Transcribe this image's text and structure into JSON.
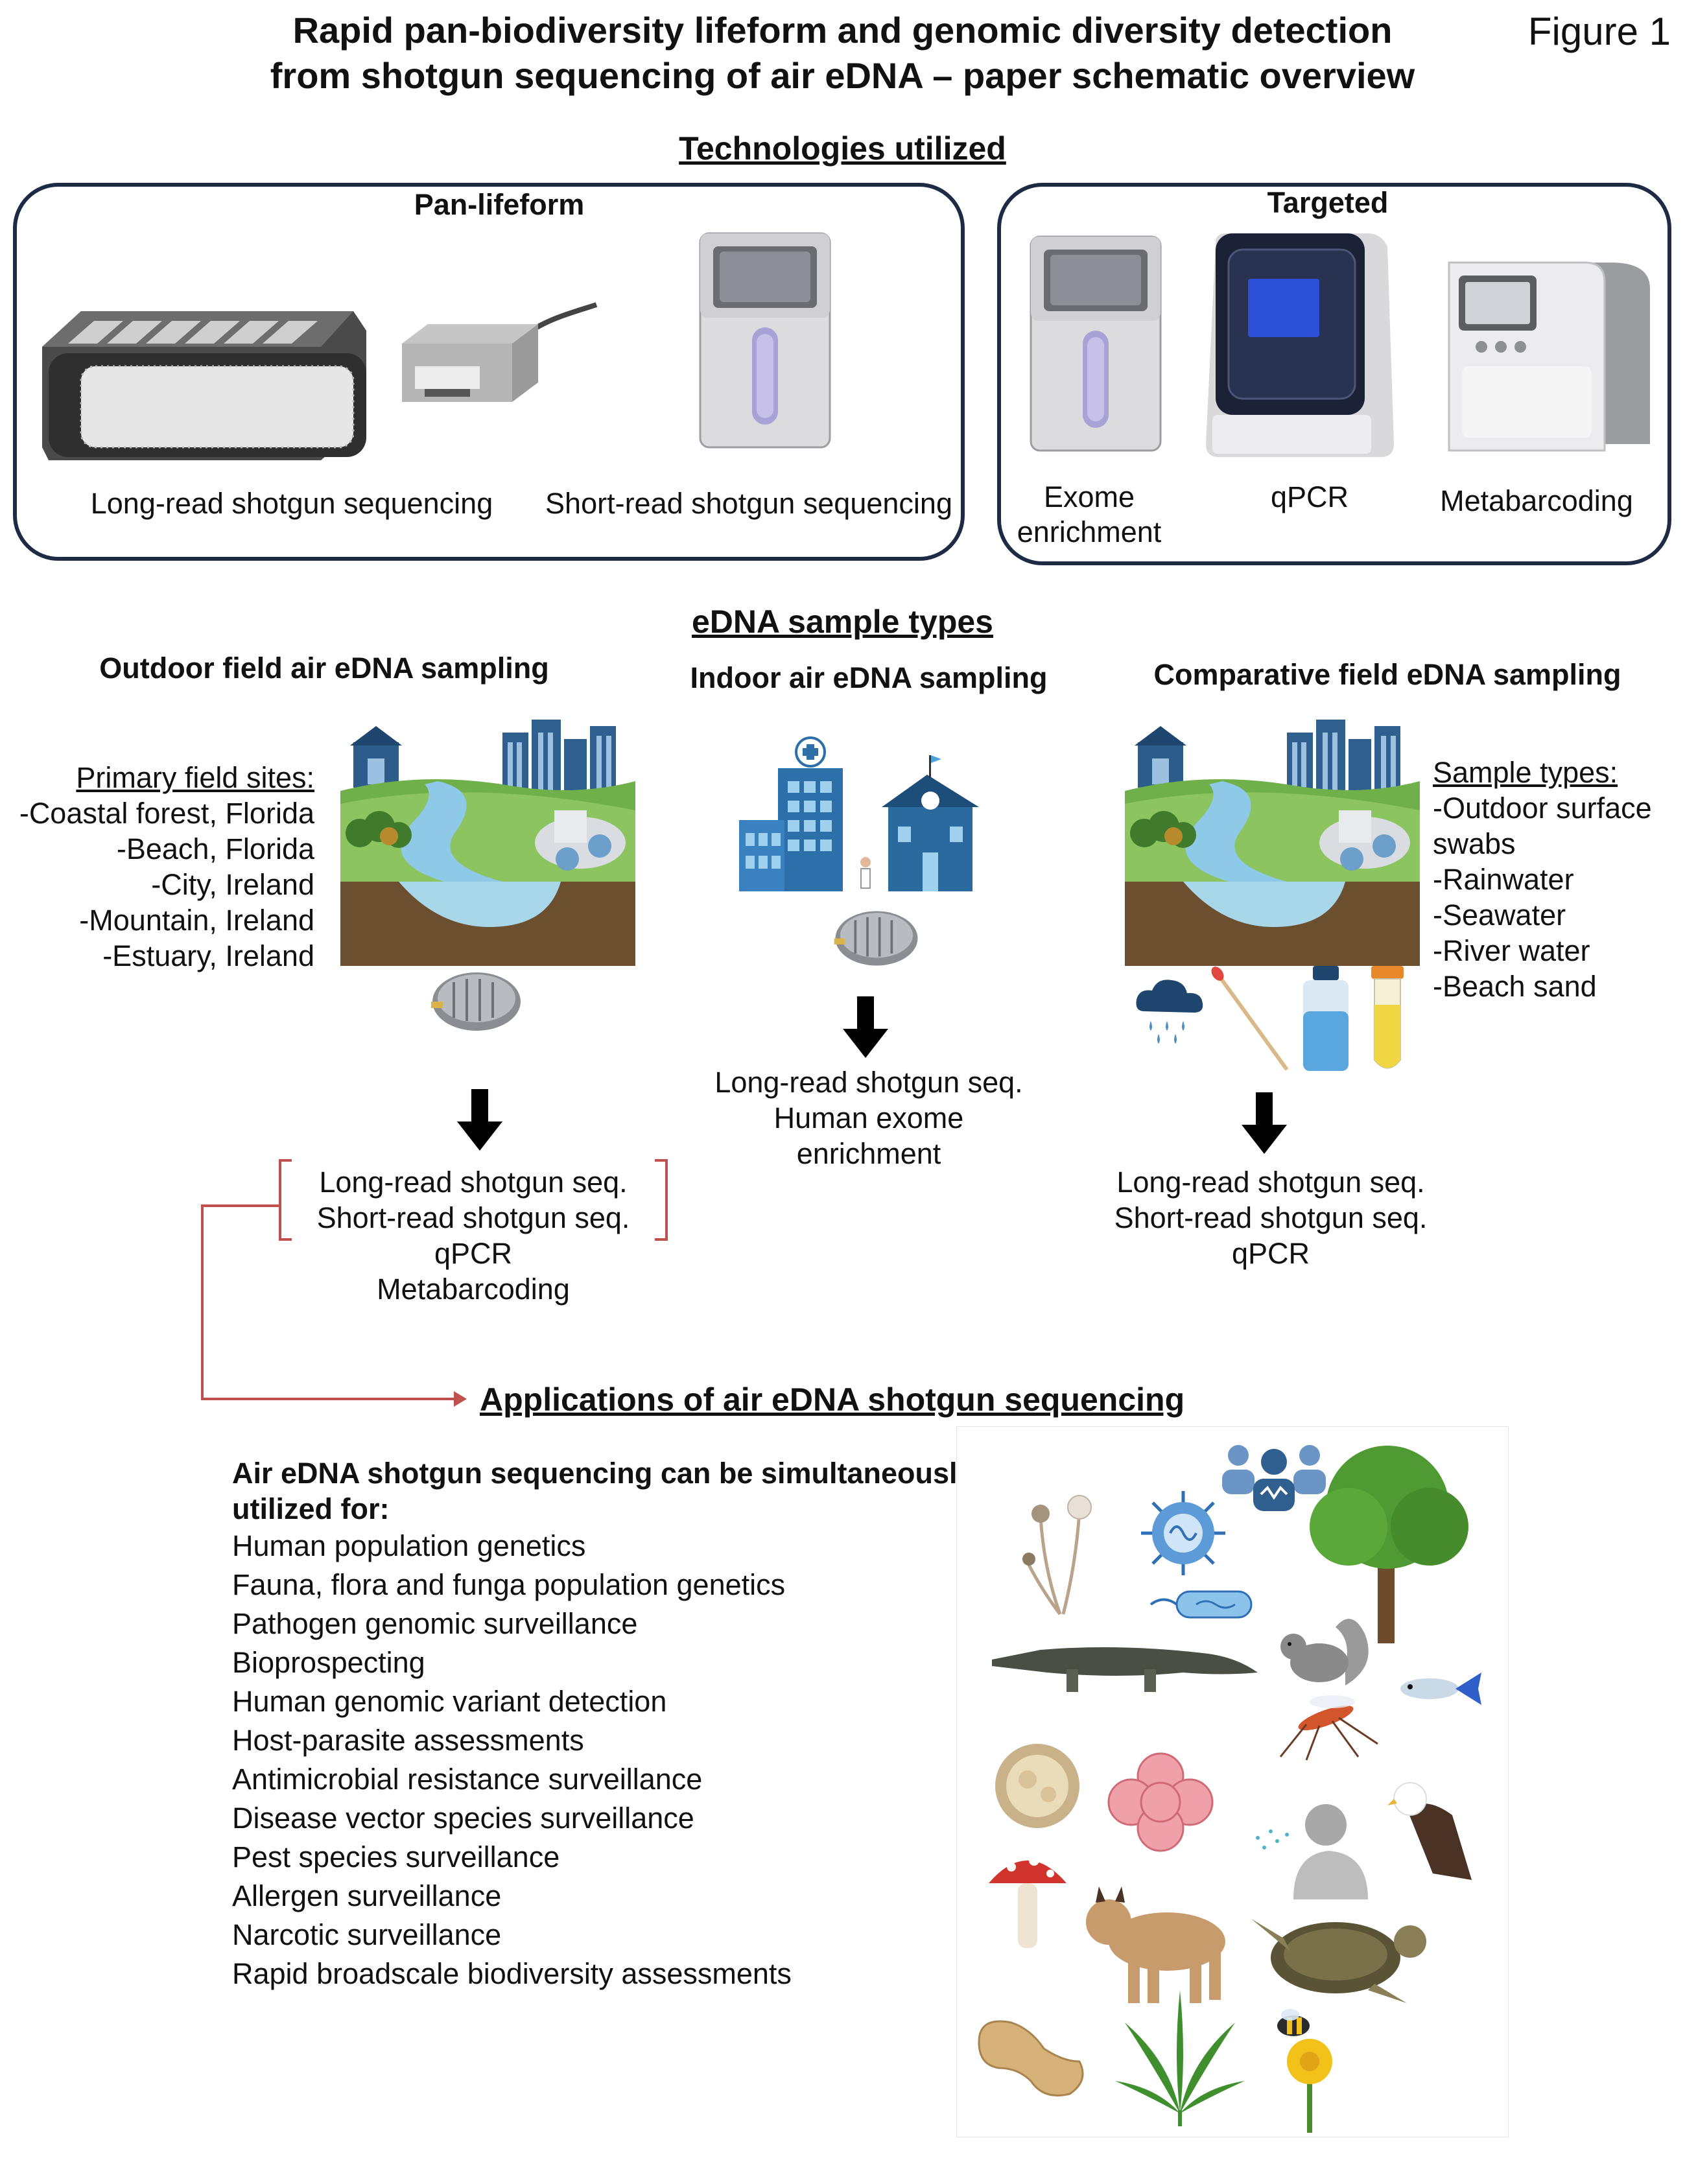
{
  "title_line1": "Rapid pan-biodiversity lifeform and genomic diversity detection",
  "title_line2": "from shotgun sequencing of air eDNA – paper schematic overview",
  "figure_label": "Figure 1",
  "technologies": {
    "heading": "Technologies utilized",
    "pan_lifeform": {
      "title": "Pan-lifeform",
      "long_read": "Long-read shotgun sequencing",
      "short_read": "Short-read shotgun sequencing"
    },
    "targeted": {
      "title": "Targeted",
      "exome_line1": "Exome",
      "exome_line2": "enrichment",
      "qpcr": "qPCR",
      "metabarcoding": "Metabarcoding"
    }
  },
  "sample_types": {
    "heading": "eDNA sample types",
    "outdoor": {
      "title": "Outdoor field air eDNA sampling",
      "sites_heading": "Primary field sites:",
      "sites": [
        "-Coastal forest, Florida",
        "-Beach, Florida",
        "-City, Ireland",
        "-Mountain, Ireland",
        "-Estuary, Ireland"
      ],
      "methods": [
        "Long-read shotgun seq.",
        "Short-read shotgun seq.",
        "qPCR",
        "Metabarcoding"
      ]
    },
    "indoor": {
      "title": "Indoor air eDNA sampling",
      "methods": [
        "Long-read shotgun seq.",
        "Human exome",
        "enrichment"
      ]
    },
    "comparative": {
      "title": "Comparative field eDNA sampling",
      "types_heading": "Sample types:",
      "types": [
        "-Outdoor surface",
        "swabs",
        "-Rainwater",
        "-Seawater",
        "-River water",
        "-Beach sand"
      ],
      "methods": [
        "Long-read shotgun seq.",
        "Short-read shotgun seq.",
        "qPCR"
      ]
    }
  },
  "applications": {
    "heading": "Applications of air eDNA shotgun sequencing",
    "intro_line1": "Air eDNA shotgun sequencing can be simultaneously",
    "intro_line2": "utilized for:",
    "items": [
      "Human population genetics",
      "Fauna, flora and funga population genetics",
      "Pathogen genomic surveillance",
      "Bioprospecting",
      "Human genomic variant detection",
      "Host-parasite assessments",
      "Antimicrobial resistance surveillance",
      "Disease vector species surveillance",
      "Pest species surveillance",
      "Allergen surveillance",
      "Narcotic surveillance",
      "Rapid broadscale biodiversity assessments"
    ]
  },
  "colors": {
    "box_border": "#1e2b44",
    "bracket": "#c0504d",
    "arrow": "#000000"
  }
}
